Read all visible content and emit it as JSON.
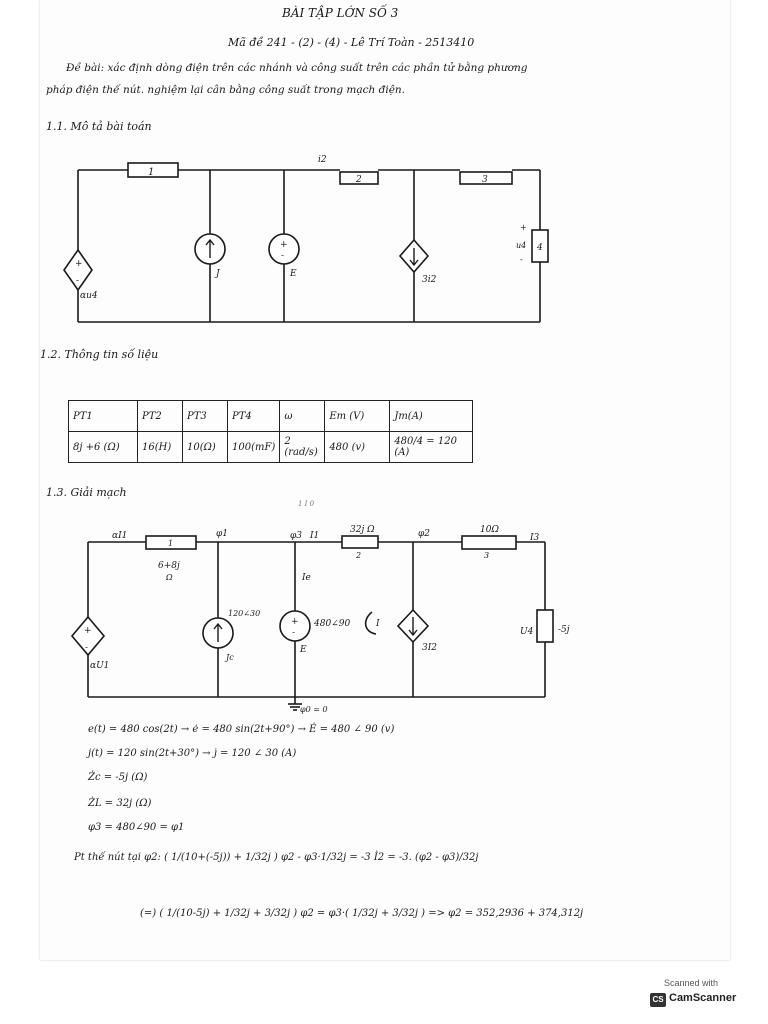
{
  "header": {
    "title": "BÀI TẬP LỚN SỐ 3",
    "code_line": "Mã đề 241 - (2) - (4) - Lê Trí Toàn - 2513410",
    "intro_1": "Đề bài: xác định dòng điện trên các nhánh và công suất trên các phần tử bằng phương",
    "intro_2": "pháp điện thế nút. nghiệm lại cân bằng công suất trong mạch điện."
  },
  "section1": {
    "heading": "1.1. Mô tả bài toán",
    "labels": {
      "r1": "1",
      "r2": "2",
      "r3": "3",
      "r4": "4",
      "i2": "i2",
      "j": "J",
      "e": "E",
      "dep_cur": "3i2",
      "dep_src": "αu4",
      "u4": "u4"
    }
  },
  "section2": {
    "heading": "1.2. Thông tin số liệu",
    "table": {
      "headers": [
        "PT1",
        "PT2",
        "PT3",
        "PT4",
        "ω",
        "Em (V)",
        "Jm(A)"
      ],
      "row": [
        "8j +6 (Ω)",
        "16(H)",
        "10(Ω)",
        "100(mF)",
        "2 (rad/s)",
        "480 (v)",
        "480/4 = 120 (A)"
      ]
    }
  },
  "section3": {
    "heading": "1.3. Giải mạch",
    "labels": {
      "ai1": "αI1",
      "z1": "6+8j",
      "z1u": "Ω",
      "phi1": "φ1",
      "phi3": "φ3",
      "i1": "I1",
      "z2": "32j Ω",
      "z2n": "2",
      "phi2": "φ2",
      "z3": "10Ω",
      "z3n": "3",
      "i3": "I3",
      "j_val": "120∠30",
      "jc": "Jc",
      "ie": "Ie",
      "e_val": "480∠90",
      "e_lbl": "E",
      "loop": "I",
      "dep": "3I2",
      "u4": "U4",
      "z4": "-5j",
      "dep_src": "αU1",
      "gnd": "φ0 = 0",
      "side": "1 I 0"
    }
  },
  "equations": {
    "e1": "e(t) = 480 cos(2t) → ė = 480 sin(2t+90°) → Ė = 480 ∠ 90 (v)",
    "e2": "j(t) = 120 sin(2t+30°) → j̇ = 120 ∠ 30 (A)",
    "e3": "Żc = -5j (Ω)",
    "e4": "ŻL = 32j (Ω)",
    "e5": "φ3 = 480∠90 = φ1",
    "e6": "Pt thế nút tại φ2: ( 1/(10+(-5j)) + 1/32j ) φ2 - φ3·1/32j = -3 İ2 = -3. (φ2 - φ3)/32j",
    "e7": "(=) ( 1/(10-5j) + 1/32j + 3/32j ) φ2 = φ3·( 1/32j + 3/32j ) => φ2 = 352,2936 + 374,312j"
  },
  "stamp": {
    "line1": "Scanned with",
    "logo": "CS",
    "line2": "CamScanner"
  }
}
